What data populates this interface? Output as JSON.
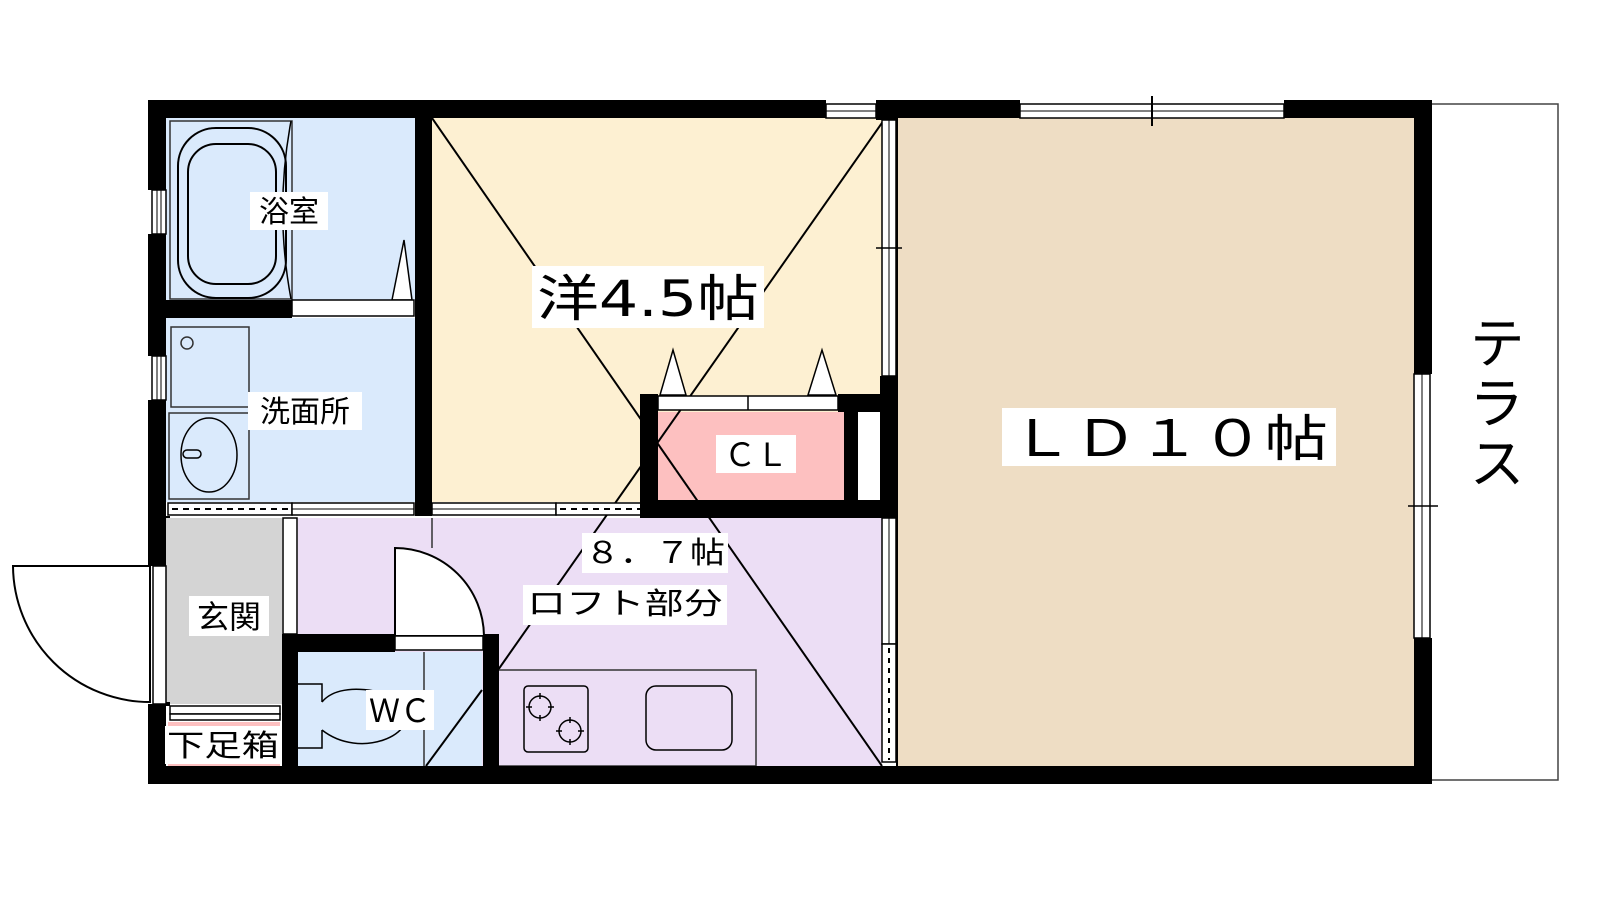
{
  "floorplan": {
    "colors": {
      "wall": "#000000",
      "bath": "#daeafc",
      "western_room": "#fdf0d2",
      "ld": "#eeddc4",
      "closet": "#fdc0c0",
      "kitchen_loft": "#ecdef5",
      "entrance": "#d4d4d4",
      "shoe_box": "#fdc0c0",
      "background": "#ffffff"
    },
    "rooms": {
      "bathroom": {
        "label": "浴室"
      },
      "washroom": {
        "label": "洗面所"
      },
      "western_room": {
        "label": "洋4.5帖"
      },
      "closet": {
        "label": "ＣＬ"
      },
      "ld": {
        "label": "ＬＤ１０帖"
      },
      "terrace": {
        "label": "テラス"
      },
      "loft": {
        "size_label": "８．７帖",
        "label": "ロフト部分"
      },
      "entrance": {
        "label": "玄関"
      },
      "shoe_box": {
        "label": "下足箱"
      },
      "toilet": {
        "label": "ＷＣ"
      }
    }
  }
}
